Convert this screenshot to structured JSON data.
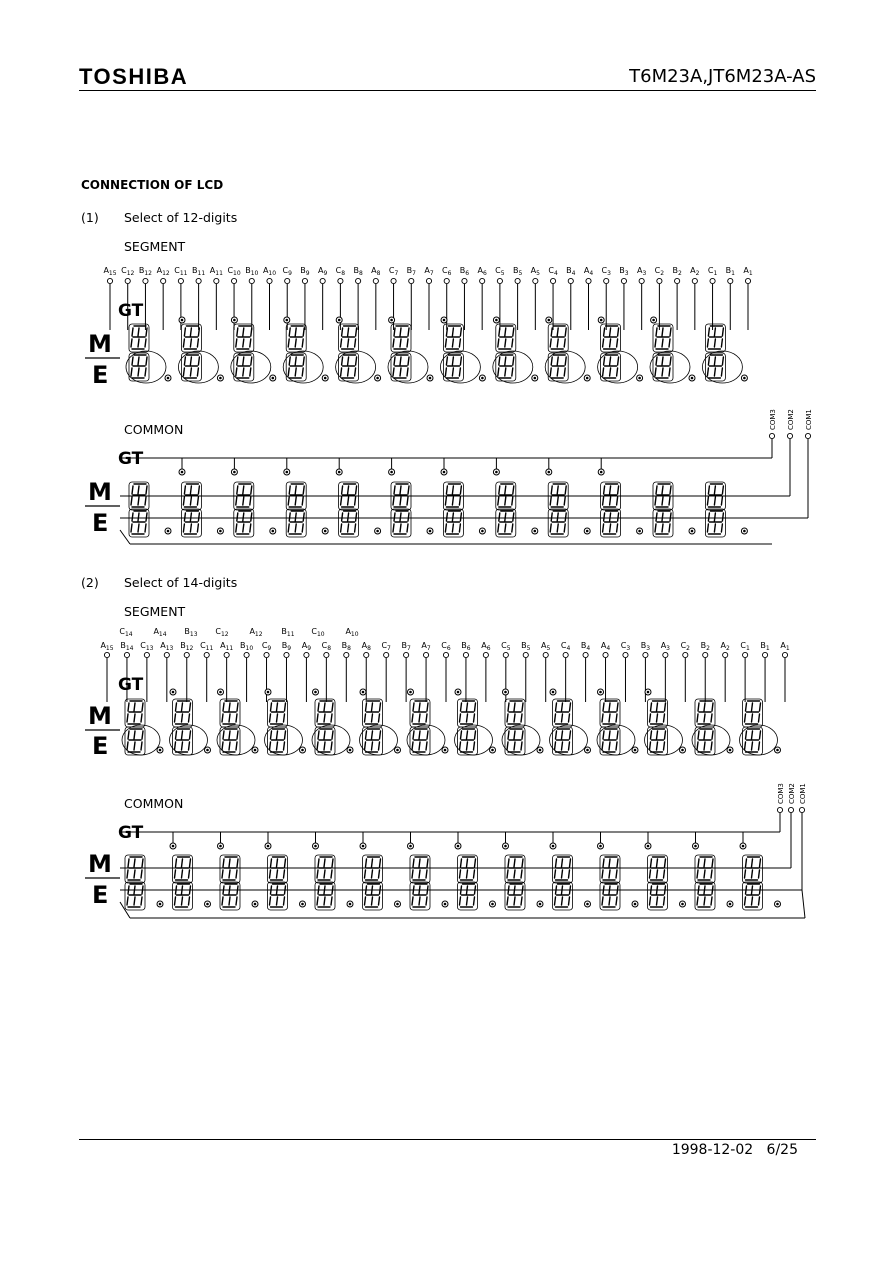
{
  "header": {
    "brand": "TOSHIBA",
    "part_number": "T6M23A,JT6M23A-AS"
  },
  "section": {
    "title": "CONNECTION OF LCD",
    "item1_num": "(1)",
    "item1_title": "Select of 12-digits",
    "item2_num": "(2)",
    "item2_title": "Select of 14-digits",
    "segment_label": "SEGMENT",
    "common_label": "COMMON"
  },
  "row_labels": {
    "gt": "GT",
    "m": "M",
    "e": "E"
  },
  "pins_12": [
    "A15",
    "C12",
    "B12",
    "A12",
    "C11",
    "B11",
    "A11",
    "C10",
    "B10",
    "A10",
    "C9",
    "B9",
    "A9",
    "C8",
    "B8",
    "A8",
    "C7",
    "B7",
    "A7",
    "C6",
    "B6",
    "A6",
    "C5",
    "B5",
    "A5",
    "C4",
    "B4",
    "A4",
    "C3",
    "B3",
    "A3",
    "C2",
    "B2",
    "A2",
    "C1",
    "B1",
    "A1"
  ],
  "pins_14_top": [
    "C14",
    "A14",
    "B13",
    "C12",
    "A12",
    "B11",
    "C10",
    "A10"
  ],
  "pins_14": [
    "A15",
    "B14",
    "C13",
    "A13",
    "B12",
    "C11",
    "A11",
    "B10",
    "C9",
    "B9",
    "A9",
    "C8",
    "B8",
    "A8",
    "C7",
    "B7",
    "A7",
    "C6",
    "B6",
    "A6",
    "C5",
    "B5",
    "A5",
    "C4",
    "B4",
    "A4",
    "C3",
    "B3",
    "A3",
    "C2",
    "B2",
    "A2",
    "C1",
    "B1",
    "A1"
  ],
  "commons": [
    "COM3",
    "COM2",
    "COM1"
  ],
  "footer": {
    "date": "1998-12-02",
    "page": "6/25"
  }
}
